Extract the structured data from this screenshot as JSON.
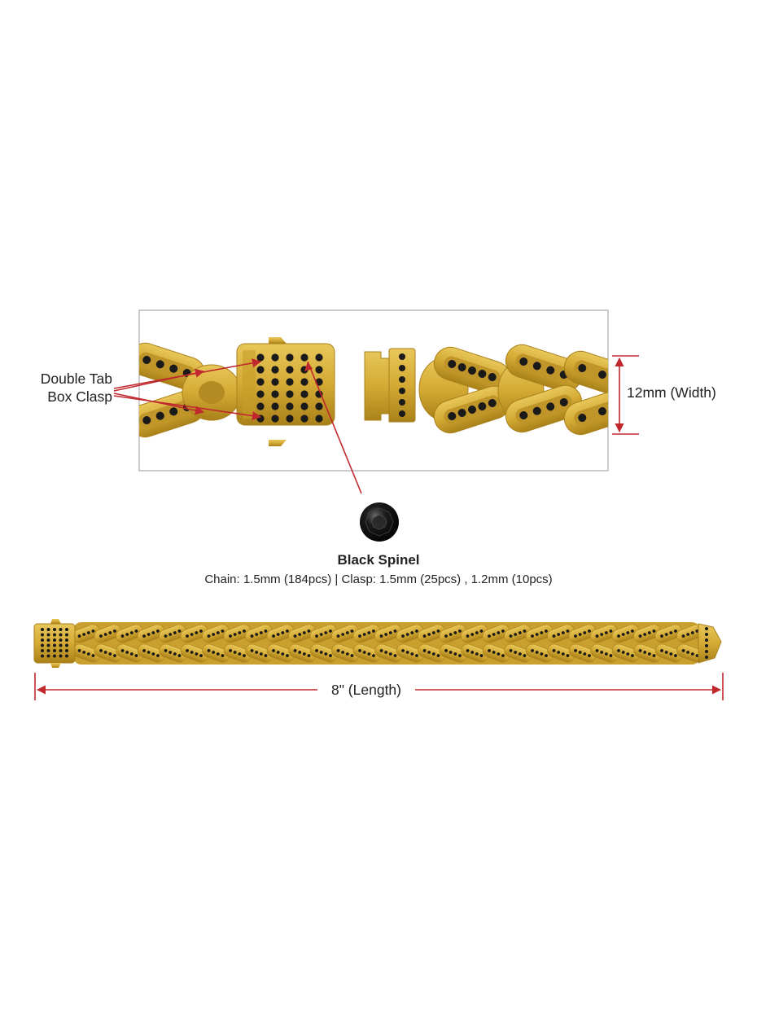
{
  "labels": {
    "clasp_line1": "Double Tab",
    "clasp_line2": "Box Clasp",
    "width": "12mm (Width)",
    "stone_name": "Black Spinel",
    "stone_spec": "Chain: 1.5mm (184pcs) | Clasp: 1.5mm (25pcs) , 1.2mm (10pcs)",
    "length": "8\" (Length)"
  },
  "colors": {
    "gold": "#d9b23a",
    "gold_dark": "#a9801c",
    "stone": "#1a1a1a",
    "annotation": "#c0282e",
    "frame": "#9a9a9a"
  },
  "icons": {
    "stone": "black-spinel-gem-icon"
  }
}
